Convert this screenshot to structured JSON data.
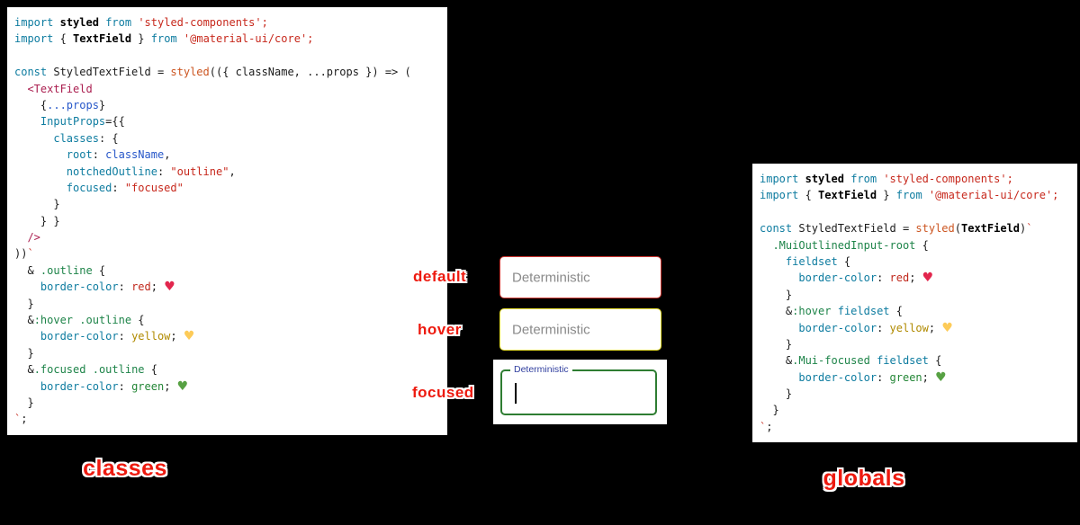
{
  "panels": {
    "left": {
      "lines": [
        [
          [
            "import",
            "kw"
          ],
          [
            " ",
            "pl"
          ],
          [
            "styled",
            "id"
          ],
          [
            " ",
            "pl"
          ],
          [
            "from",
            "kw"
          ],
          [
            " ",
            "pl"
          ],
          [
            "'styled-components';",
            "str"
          ]
        ],
        [
          [
            "import",
            "kw"
          ],
          [
            " { ",
            "pl"
          ],
          [
            "TextField",
            "id"
          ],
          [
            " } ",
            "pl"
          ],
          [
            "from",
            "kw"
          ],
          [
            " ",
            "pl"
          ],
          [
            "'@material-ui/core';",
            "str"
          ]
        ],
        [],
        [
          [
            "const",
            "kw"
          ],
          [
            " StyledTextField = ",
            "pl"
          ],
          [
            "styled",
            "fn"
          ],
          [
            "(({ className, ...props }) => (",
            "pl"
          ]
        ],
        [
          [
            "  ",
            "pl"
          ],
          [
            "<TextField",
            "tag"
          ]
        ],
        [
          [
            "    {",
            "pl"
          ],
          [
            "...props",
            "val"
          ],
          [
            "}",
            "pl"
          ]
        ],
        [
          [
            "    ",
            "pl"
          ],
          [
            "InputProps",
            "prop"
          ],
          [
            "={{",
            "pl"
          ]
        ],
        [
          [
            "      ",
            "pl"
          ],
          [
            "classes",
            "prop"
          ],
          [
            ": {",
            "pl"
          ]
        ],
        [
          [
            "        ",
            "pl"
          ],
          [
            "root",
            "prop"
          ],
          [
            ": ",
            "pl"
          ],
          [
            "className",
            "val"
          ],
          [
            ",",
            "pl"
          ]
        ],
        [
          [
            "        ",
            "pl"
          ],
          [
            "notchedOutline",
            "prop"
          ],
          [
            ": ",
            "pl"
          ],
          [
            "\"outline\"",
            "str"
          ],
          [
            ",",
            "pl"
          ]
        ],
        [
          [
            "        ",
            "pl"
          ],
          [
            "focused",
            "prop"
          ],
          [
            ": ",
            "pl"
          ],
          [
            "\"focused\"",
            "str"
          ]
        ],
        [
          [
            "      }",
            "pl"
          ]
        ],
        [
          [
            "    } }",
            "pl"
          ]
        ],
        [
          [
            "  />",
            "tag"
          ]
        ],
        [
          [
            "))",
            "pl"
          ],
          [
            "`",
            "str"
          ]
        ],
        [
          [
            "  & ",
            "pl"
          ],
          [
            ".outline",
            "sel"
          ],
          [
            " {",
            "pl"
          ]
        ],
        [
          [
            "    ",
            "pl"
          ],
          [
            "border-color",
            "prop"
          ],
          [
            ": ",
            "pl"
          ],
          [
            "red",
            "cred"
          ],
          [
            "; ",
            "pl"
          ],
          [
            "♥",
            "hr"
          ]
        ],
        [
          [
            "  }",
            "pl"
          ]
        ],
        [
          [
            "  &",
            "pl"
          ],
          [
            ":hover",
            "sel"
          ],
          [
            " ",
            "pl"
          ],
          [
            ".outline",
            "sel"
          ],
          [
            " {",
            "pl"
          ]
        ],
        [
          [
            "    ",
            "pl"
          ],
          [
            "border-color",
            "prop"
          ],
          [
            ": ",
            "pl"
          ],
          [
            "yellow",
            "cyel"
          ],
          [
            "; ",
            "pl"
          ],
          [
            "♥",
            "hy"
          ]
        ],
        [
          [
            "  }",
            "pl"
          ]
        ],
        [
          [
            "  &",
            "pl"
          ],
          [
            ".focused",
            "sel"
          ],
          [
            " ",
            "pl"
          ],
          [
            ".outline",
            "sel"
          ],
          [
            " {",
            "pl"
          ]
        ],
        [
          [
            "    ",
            "pl"
          ],
          [
            "border-color",
            "prop"
          ],
          [
            ": ",
            "pl"
          ],
          [
            "green",
            "cgrn"
          ],
          [
            "; ",
            "pl"
          ],
          [
            "♥",
            "hg"
          ]
        ],
        [
          [
            "  }",
            "pl"
          ]
        ],
        [
          [
            "`",
            "str"
          ],
          [
            ";",
            "pl"
          ]
        ]
      ]
    },
    "right": {
      "lines": [
        [
          [
            "import",
            "kw"
          ],
          [
            " ",
            "pl"
          ],
          [
            "styled",
            "id"
          ],
          [
            " ",
            "pl"
          ],
          [
            "from",
            "kw"
          ],
          [
            " ",
            "pl"
          ],
          [
            "'styled-components';",
            "str"
          ]
        ],
        [
          [
            "import",
            "kw"
          ],
          [
            " { ",
            "pl"
          ],
          [
            "TextField",
            "id"
          ],
          [
            " } ",
            "pl"
          ],
          [
            "from",
            "kw"
          ],
          [
            " ",
            "pl"
          ],
          [
            "'@material-ui/core';",
            "str"
          ]
        ],
        [],
        [
          [
            "const",
            "kw"
          ],
          [
            " StyledTextField = ",
            "pl"
          ],
          [
            "styled",
            "fn"
          ],
          [
            "(",
            "pl"
          ],
          [
            "TextField",
            "id"
          ],
          [
            ")",
            "pl"
          ],
          [
            "`",
            "str"
          ]
        ],
        [
          [
            "  ",
            "pl"
          ],
          [
            ".MuiOutlinedInput-root",
            "sel"
          ],
          [
            " {",
            "pl"
          ]
        ],
        [
          [
            "    ",
            "pl"
          ],
          [
            "fieldset",
            "elem"
          ],
          [
            " {",
            "pl"
          ]
        ],
        [
          [
            "      ",
            "pl"
          ],
          [
            "border-color",
            "prop"
          ],
          [
            ": ",
            "pl"
          ],
          [
            "red",
            "cred"
          ],
          [
            "; ",
            "pl"
          ],
          [
            "♥",
            "hr"
          ]
        ],
        [
          [
            "    }",
            "pl"
          ]
        ],
        [
          [
            "    &",
            "pl"
          ],
          [
            ":hover",
            "sel"
          ],
          [
            " ",
            "pl"
          ],
          [
            "fieldset",
            "elem"
          ],
          [
            " {",
            "pl"
          ]
        ],
        [
          [
            "      ",
            "pl"
          ],
          [
            "border-color",
            "prop"
          ],
          [
            ": ",
            "pl"
          ],
          [
            "yellow",
            "cyel"
          ],
          [
            "; ",
            "pl"
          ],
          [
            "♥",
            "hy"
          ]
        ],
        [
          [
            "    }",
            "pl"
          ]
        ],
        [
          [
            "    &",
            "pl"
          ],
          [
            ".Mui-focused",
            "sel"
          ],
          [
            " ",
            "pl"
          ],
          [
            "fieldset",
            "elem"
          ],
          [
            " {",
            "pl"
          ]
        ],
        [
          [
            "      ",
            "pl"
          ],
          [
            "border-color",
            "prop"
          ],
          [
            ": ",
            "pl"
          ],
          [
            "green",
            "cgrn"
          ],
          [
            "; ",
            "pl"
          ],
          [
            "♥",
            "hg"
          ]
        ],
        [
          [
            "    }",
            "pl"
          ]
        ],
        [
          [
            "  }",
            "pl"
          ]
        ],
        [
          [
            "`",
            "str"
          ],
          [
            ";",
            "pl"
          ]
        ]
      ]
    }
  },
  "labels": {
    "color": "#ed1a0f",
    "default": "default",
    "hover": "hover",
    "focused": "focused",
    "classes": "classes",
    "globals": "globals"
  },
  "fields": {
    "default": {
      "value": "Deterministic",
      "border_color": "#cf3732",
      "text_color": "#8a8a8a"
    },
    "hover": {
      "value": "Deterministic",
      "border_color": "#e9e130",
      "text_color": "#8a8a8a"
    },
    "focused": {
      "label": "Deterministic",
      "border_color": "#2e7d32",
      "label_color": "#303f9f"
    }
  }
}
